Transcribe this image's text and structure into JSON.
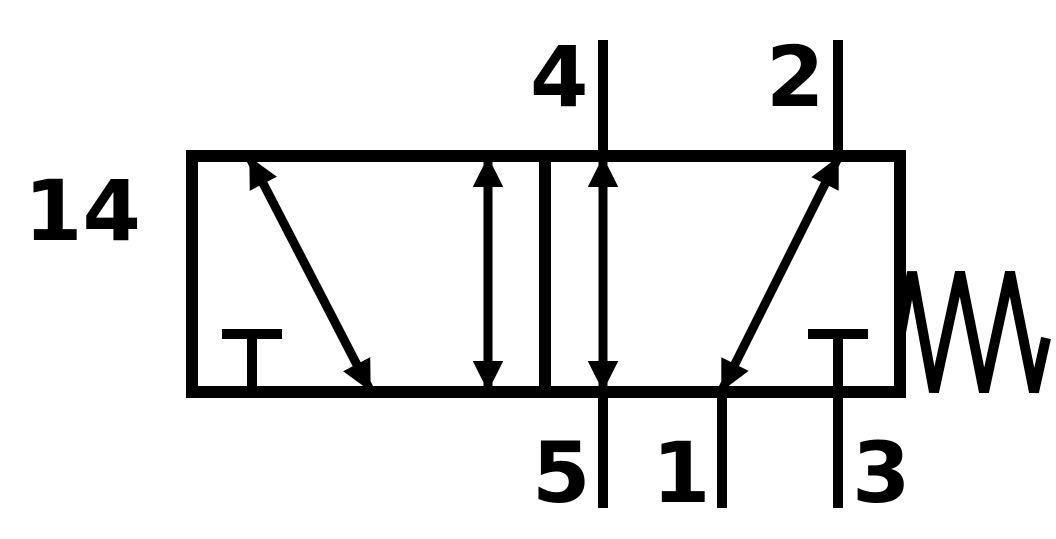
{
  "diagram": {
    "labels": {
      "pilot": "14",
      "port_4": "4",
      "port_2": "2",
      "port_5": "5",
      "port_1": "1",
      "port_3": "3"
    },
    "colors": {
      "line": "#000000",
      "background": "#ffffff"
    }
  }
}
